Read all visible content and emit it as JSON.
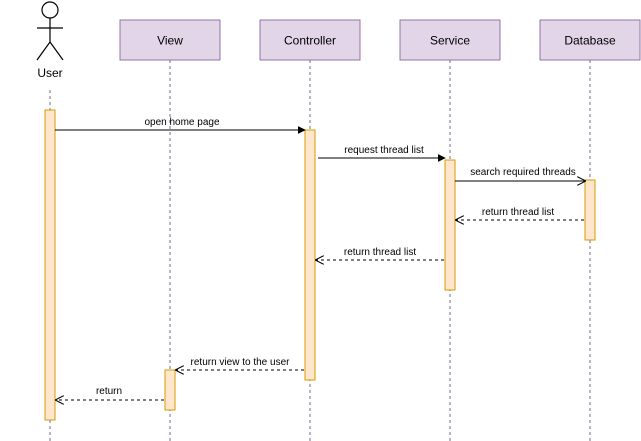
{
  "colors": {
    "participant_fill": "#e1d5e7",
    "participant_stroke": "#9673a6",
    "activation_fill": "#ffe6cc",
    "activation_stroke": "#d79b00",
    "line": "#000000"
  },
  "actor": {
    "label": "User"
  },
  "participants": [
    {
      "key": "view",
      "label": "View"
    },
    {
      "key": "controller",
      "label": "Controller"
    },
    {
      "key": "service",
      "label": "Service"
    },
    {
      "key": "database",
      "label": "Database"
    }
  ],
  "messages": [
    {
      "from": "user",
      "to": "controller",
      "label": "open home page",
      "kind": "sync"
    },
    {
      "from": "controller",
      "to": "service",
      "label": "request thread list",
      "kind": "sync"
    },
    {
      "from": "service",
      "to": "database",
      "label": "search required threads",
      "kind": "call"
    },
    {
      "from": "database",
      "to": "service",
      "label": "return thread list",
      "kind": "return"
    },
    {
      "from": "service",
      "to": "controller",
      "label": "return thread list",
      "kind": "return"
    },
    {
      "from": "controller",
      "to": "view",
      "label": "return view to the user",
      "kind": "return"
    },
    {
      "from": "view",
      "to": "user",
      "label": "return",
      "kind": "return"
    }
  ]
}
